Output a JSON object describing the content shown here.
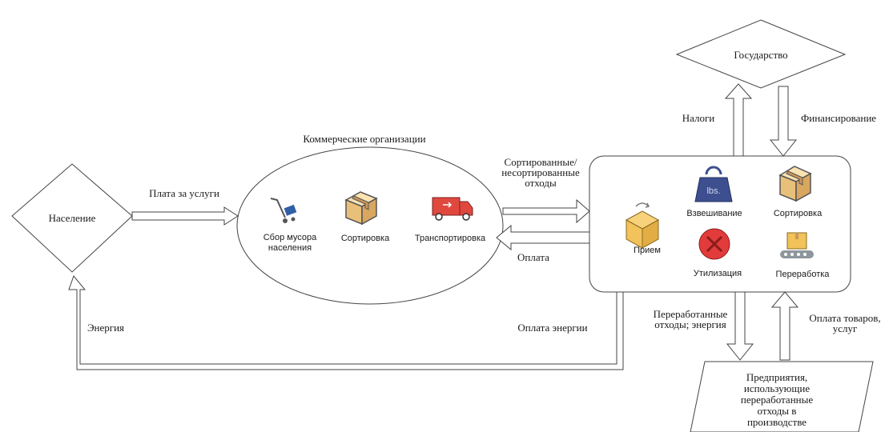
{
  "nodes": {
    "population": "Население",
    "state": "Государство",
    "commercial_title": "Коммерческие организации",
    "enterprises": [
      "Предприятия,",
      "использующие",
      "переработанные",
      "отходы в",
      "производстве"
    ]
  },
  "commercial_items": {
    "collection": [
      "Сбор мусора",
      "населения"
    ],
    "sorting": "Сортировка",
    "transport": "Транспортировка"
  },
  "facility_items": {
    "reception": "Прием",
    "weighing": "Взвешивание",
    "sorting": "Сортировка",
    "disposal": "Утилизация",
    "processing": "Переработка",
    "weight_badge": "lbs."
  },
  "flows": {
    "service_fee": "Плата за услуги",
    "sorted_waste": [
      "Сортированные/",
      "несортированные",
      "отходы"
    ],
    "payment": "Оплата",
    "taxes": "Налоги",
    "financing": "Финансирование",
    "energy": "Энергия",
    "energy_payment": "Оплата энергии",
    "processed_waste": [
      "Переработанные",
      "отходы; энергия"
    ],
    "goods_payment": [
      "Оплата товаров,",
      "услуг"
    ]
  },
  "colors": {
    "stroke": "#3a3a3a",
    "box_brown": "#c9975a",
    "box_yellow": "#f2c25b",
    "truck_red": "#e0483e",
    "weight_blue": "#3d4f8f",
    "disposal_red": "#e23b3b",
    "conveyor_gray": "#8e969c",
    "cart_blue": "#2f5fa6"
  }
}
